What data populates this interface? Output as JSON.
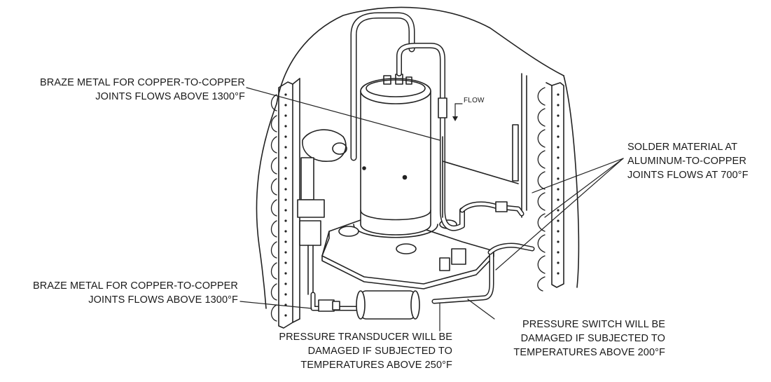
{
  "diagram": {
    "callouts": {
      "braze_upper": {
        "line1": "BRAZE METAL FOR COPPER-TO-COPPER",
        "line2": "JOINTS FLOWS ABOVE 1300°F"
      },
      "braze_lower": {
        "line1": "BRAZE METAL FOR COPPER-TO-COPPER",
        "line2": "JOINTS FLOWS ABOVE 1300°F"
      },
      "solder": {
        "line1": "SOLDER MATERIAL AT",
        "line2": "ALUMINUM-TO-COPPER",
        "line3": "JOINTS FLOWS AT 700°F"
      },
      "transducer": {
        "line1": "PRESSURE TRANSDUCER WILL BE",
        "line2": "DAMAGED IF SUBJECTED TO",
        "line3": "TEMPERATURES ABOVE 250°F"
      },
      "switch": {
        "line1": "PRESSURE SWITCH WILL BE",
        "line2": "DAMAGED IF SUBJECTED TO",
        "line3": "TEMPERATURES ABOVE 200°F"
      }
    },
    "flow_label": "FLOW"
  }
}
